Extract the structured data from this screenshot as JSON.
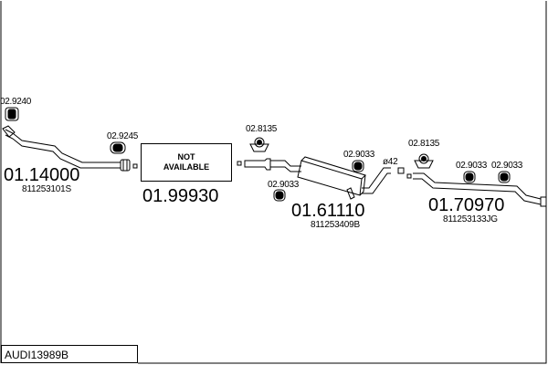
{
  "reference": "AUDI13989B",
  "not_available": [
    "NOT",
    "AVAILABLE"
  ],
  "parts": [
    {
      "id": "part-1",
      "number": "01.14000",
      "oem": "811253101S"
    },
    {
      "id": "part-2",
      "number": "01.99930",
      "oem": ""
    },
    {
      "id": "part-3",
      "number": "01.61110",
      "oem": "811253409B"
    },
    {
      "id": "part-4",
      "number": "01.70970",
      "oem": "811253133JG"
    }
  ],
  "accessories": {
    "a1": "02.9240",
    "a2": "02.9245",
    "a3": "02.8135",
    "a4": "02.9033",
    "a5": "02.9033",
    "a6": "02.8135",
    "a7": "02.9033",
    "a8": "02.9033"
  },
  "dimension": "ø42"
}
